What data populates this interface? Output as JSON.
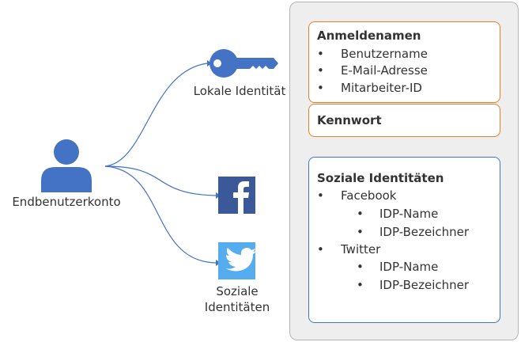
{
  "user": {
    "label": "Endbenutzerkonto"
  },
  "local_identity": {
    "label": "Lokale Identität"
  },
  "social_identities_node": {
    "label_line1": "Soziale",
    "label_line2": "Identitäten"
  },
  "panel": {
    "login_names": {
      "title": "Anmeldenamen",
      "items": [
        "Benutzername",
        "E-Mail-Adresse",
        "Mitarbeiter-ID"
      ]
    },
    "password": {
      "title": "Kennwort"
    },
    "social": {
      "title": "Soziale Identitäten",
      "providers": [
        {
          "name": "Facebook",
          "items": [
            "IDP-Name",
            "IDP-Bezeichner"
          ]
        },
        {
          "name": "Twitter",
          "items": [
            "IDP-Name",
            "IDP-Bezeichner"
          ]
        }
      ]
    },
    "bullet": "•"
  },
  "colors": {
    "accent_blue": "#4472c4",
    "facebook": "#3b5998",
    "twitter": "#55acee",
    "orange_border": "#e0802b"
  }
}
